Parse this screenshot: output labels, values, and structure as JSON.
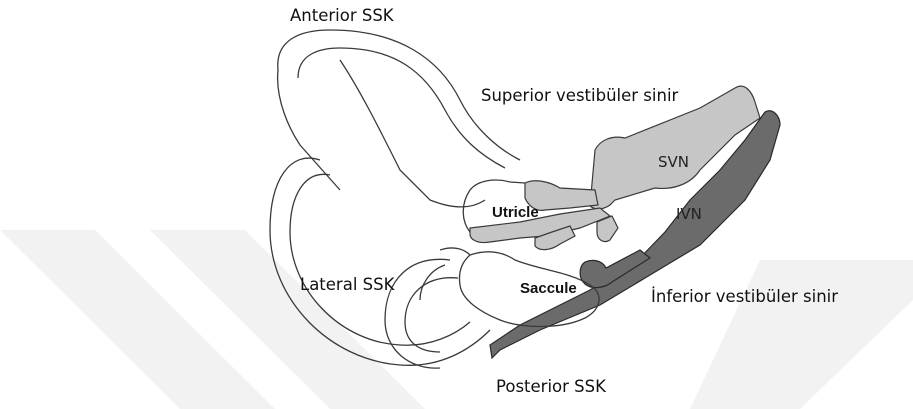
{
  "labels": {
    "anterior_ssk": "Anterior SSK",
    "superior_nerve": "Superior vestibüler sinir",
    "svn": "SVN",
    "ivn": "IVN",
    "utricle": "Utricle",
    "lateral_ssk": "Lateral SSK",
    "saccule": "Saccule",
    "inferior_nerve": "İnferior vestibüler sinir",
    "posterior_ssk": "Posterior SSK"
  },
  "colors": {
    "watermark": "#f2f2f2",
    "superior_nerve_fill": "#c6c6c6",
    "inferior_nerve_fill": "#6b6b6b",
    "outline": "#3a3a3a"
  }
}
